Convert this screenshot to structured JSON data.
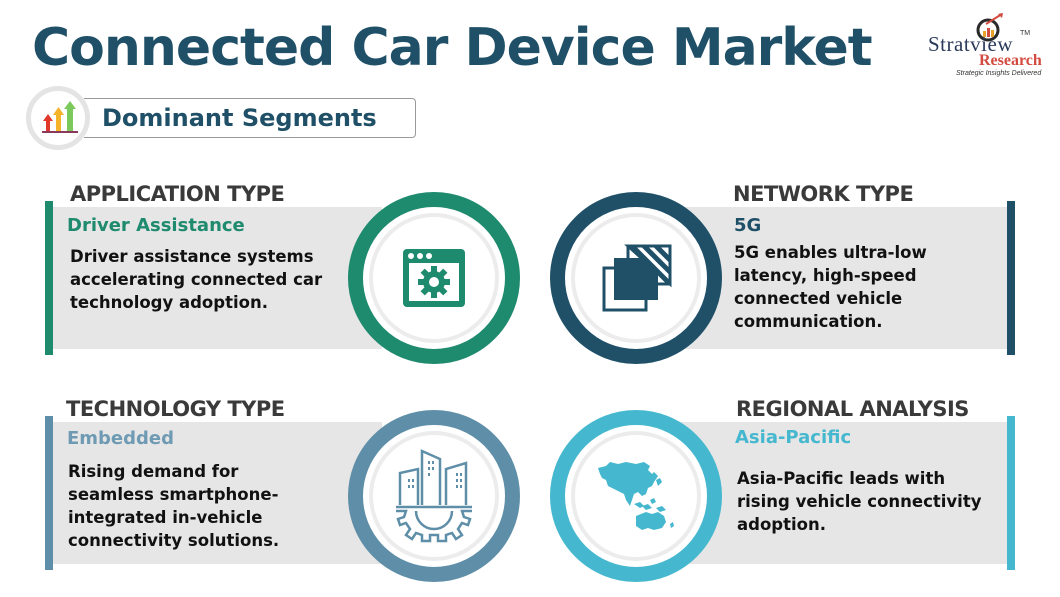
{
  "header": {
    "title": "Connected Car Device Market",
    "subtitle": "Dominant Segments",
    "subtitle_icon": "rising-arrows-icon"
  },
  "logo": {
    "brand": "Stratview",
    "trademark": "TM",
    "brand_line2": "Research",
    "tagline": "Strategic Insights Delivered"
  },
  "segments": [
    {
      "category": "APPLICATION TYPE",
      "leader": "Driver Assistance",
      "description": "Driver assistance systems accelerating connected car technology adoption.",
      "icon": "browser-gear-icon",
      "color": "#1e8a6e"
    },
    {
      "category": "NETWORK TYPE",
      "leader": "5G",
      "description": "5G enables ultra-low latency, high-speed connected vehicle communication.",
      "icon": "layered-squares-icon",
      "color": "#1f5068"
    },
    {
      "category": "TECHNOLOGY TYPE",
      "leader": "Embedded",
      "description": "Rising demand for seamless smartphone-integrated in-vehicle connectivity solutions.",
      "icon": "buildings-gear-icon",
      "color": "#5f8fa8"
    },
    {
      "category": "REGIONAL ANALYSIS",
      "leader": "Asia-Pacific",
      "description": "Asia-Pacific leads with rising vehicle connectivity adoption.",
      "icon": "asia-pacific-map-icon",
      "color": "#45b8cf"
    }
  ]
}
